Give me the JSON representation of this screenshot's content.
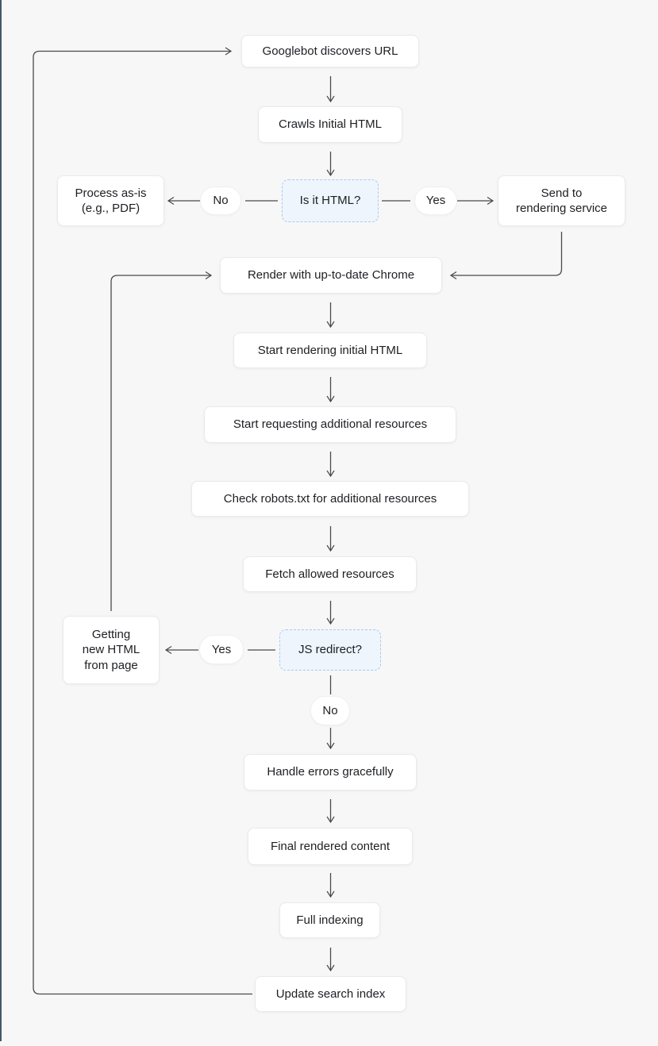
{
  "canvas": {
    "background_color": "#f7f7f8",
    "left_frame_color": "#42586a",
    "connector_color": "#4a4a4a",
    "node_fill": "#ffffff",
    "node_border": "#e9eaec",
    "decision_fill": "#eef5fd",
    "decision_border": "#a9cbec"
  },
  "nodes": {
    "googlebot_discovers_url": "Googlebot discovers URL",
    "crawls_initial_html": "Crawls Initial HTML",
    "is_it_html": "Is it HTML?",
    "process_as_is": "Process as-is\n(e.g., PDF)",
    "send_to_rendering_service": "Send to\nrendering service",
    "render_with_chrome": "Render with up-to-date Chrome",
    "start_rendering_initial_html": "Start rendering initial HTML",
    "start_requesting_additional_resources": "Start requesting additional resources",
    "check_robots_txt": "Check robots.txt for additional resources",
    "fetch_allowed_resources": "Fetch allowed resources",
    "js_redirect": "JS redirect?",
    "getting_new_html_from_page": "Getting\nnew HTML\nfrom page",
    "handle_errors_gracefully": "Handle errors gracefully",
    "final_rendered_content": "Final rendered content",
    "full_indexing": "Full indexing",
    "update_search_index": "Update search index"
  },
  "edge_labels": {
    "is_it_html_no": "No",
    "is_it_html_yes": "Yes",
    "js_redirect_yes": "Yes",
    "js_redirect_no": "No"
  }
}
